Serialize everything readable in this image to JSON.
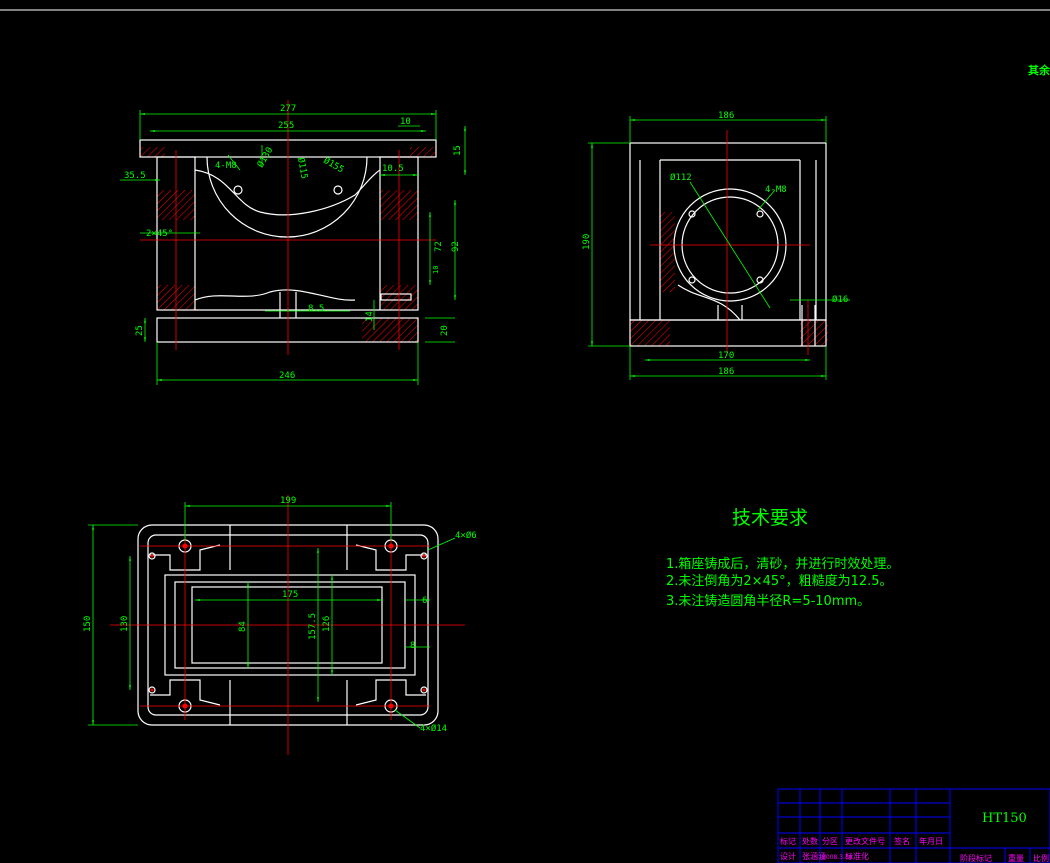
{
  "colors": {
    "background": "#000000",
    "outline": "#ffffff",
    "dimension": "#00ff00",
    "center_line": "#ff0000",
    "hatch": "#ff0000",
    "title_block_grid": "#0000ff",
    "title_block_text": "#ff00ff"
  },
  "corner_note": "其余",
  "front_view": {
    "dims": {
      "d277": "277",
      "d255": "255",
      "d10": "10",
      "d15": "15",
      "d35_5": "35.5",
      "hole_4m8": "4-M8",
      "d130": "Ø130",
      "d115": "Ø115",
      "d155": "Ø155",
      "d10_5": "10.5",
      "chamfer": "2×45°",
      "d72": "72",
      "d92": "92",
      "d8_5": "8.5",
      "d25": "25",
      "d14": "14",
      "d20": "20",
      "d246": "246",
      "d_mid": "10"
    }
  },
  "side_view": {
    "dims": {
      "d186_top": "186",
      "d112": "Ø112",
      "hole_4m8": "4-M8",
      "d190": "190",
      "d16": "Ø16",
      "d170": "170",
      "d186_bottom": "186"
    }
  },
  "top_view": {
    "dims": {
      "d199": "199",
      "holes_6": "4×Ø6",
      "d175": "175",
      "d6": "6",
      "d150": "150",
      "d130": "130",
      "d84": "84",
      "d157_5": "157.5",
      "d126": "126",
      "d8": "8",
      "holes_14": "4×Ø14"
    }
  },
  "tech_req": {
    "title": "技术要求",
    "items": [
      "1.箱座铸成后，清砂，并进行时效处理。",
      "2.未注倒角为2×45°，粗糙度为12.5。",
      "3.未注铸造圆角半径R=5-10mm。"
    ]
  },
  "title_block": {
    "material": "HT150",
    "labels": [
      "标记",
      "处数",
      "分区",
      "更改文件号",
      "签名",
      "年月日"
    ],
    "design_label": "设计",
    "designer": "张涵涵",
    "date": "2008.3.18",
    "std_label": "标准化",
    "stage_label": "阶段标记",
    "weight_label": "重量",
    "scale_label": "比例"
  }
}
